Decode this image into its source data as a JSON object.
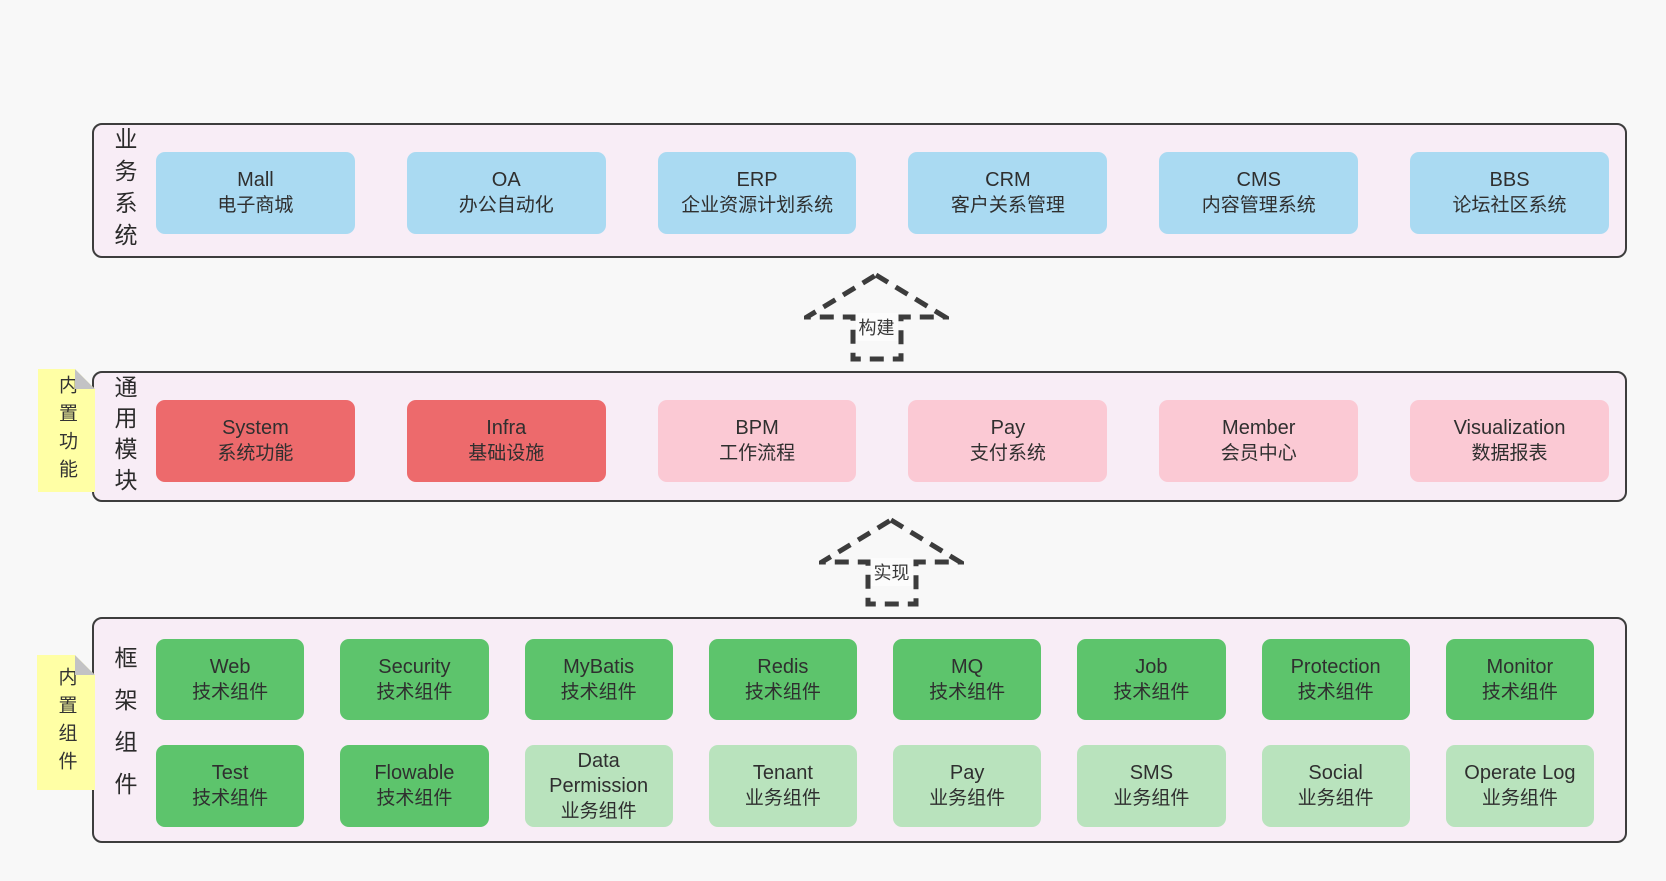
{
  "colors": {
    "page_bg": "#f8f8f8",
    "band_bg": "#f8edf6",
    "band_border": "#3d3d3d",
    "blue_box": "#aadaf2",
    "red_box": "#ed6a6c",
    "pink_box": "#fbc9d4",
    "green_dark_box": "#5dc46c",
    "green_light_box": "#b9e3bd",
    "sticky_yellow": "#ffffa5",
    "sticky_fold_gray": "#c3c3c5",
    "arrow_dash": "#3c3c3c"
  },
  "sections": [
    {
      "label": "业务系统",
      "boxes": [
        {
          "title": "Mall",
          "subtitle": "电子商城"
        },
        {
          "title": "OA",
          "subtitle": "办公自动化"
        },
        {
          "title": "ERP",
          "subtitle": "企业资源计划系统"
        },
        {
          "title": "CRM",
          "subtitle": "客户关系管理"
        },
        {
          "title": "CMS",
          "subtitle": "内容管理系统"
        },
        {
          "title": "BBS",
          "subtitle": "论坛社区系统"
        }
      ]
    },
    {
      "label": "通用模块",
      "sticky": "内置功能",
      "boxes": [
        {
          "title": "System",
          "subtitle": "系统功能"
        },
        {
          "title": "Infra",
          "subtitle": "基础设施"
        },
        {
          "title": "BPM",
          "subtitle": "工作流程"
        },
        {
          "title": "Pay",
          "subtitle": "支付系统"
        },
        {
          "title": "Member",
          "subtitle": "会员中心"
        },
        {
          "title": "Visualization",
          "subtitle": "数据报表"
        }
      ]
    },
    {
      "label": "框架组件",
      "sticky": "内置组件",
      "rows": [
        [
          {
            "title": "Web",
            "subtitle": "技术组件"
          },
          {
            "title": "Security",
            "subtitle": "技术组件"
          },
          {
            "title": "MyBatis",
            "subtitle": "技术组件"
          },
          {
            "title": "Redis",
            "subtitle": "技术组件"
          },
          {
            "title": "MQ",
            "subtitle": "技术组件"
          },
          {
            "title": "Job",
            "subtitle": "技术组件"
          },
          {
            "title": "Protection",
            "subtitle": "技术组件"
          },
          {
            "title": "Monitor",
            "subtitle": "技术组件"
          }
        ],
        [
          {
            "title": "Test",
            "subtitle": "技术组件"
          },
          {
            "title": "Flowable",
            "subtitle": "技术组件"
          },
          {
            "title": "Data Permission",
            "subtitle": "业务组件"
          },
          {
            "title": "Tenant",
            "subtitle": "业务组件"
          },
          {
            "title": "Pay",
            "subtitle": "业务组件"
          },
          {
            "title": "SMS",
            "subtitle": "业务组件"
          },
          {
            "title": "Social",
            "subtitle": "业务组件"
          },
          {
            "title": "Operate Log",
            "subtitle": "业务组件"
          }
        ]
      ]
    }
  ],
  "arrows": [
    {
      "label": "构建"
    },
    {
      "label": "实现"
    }
  ]
}
